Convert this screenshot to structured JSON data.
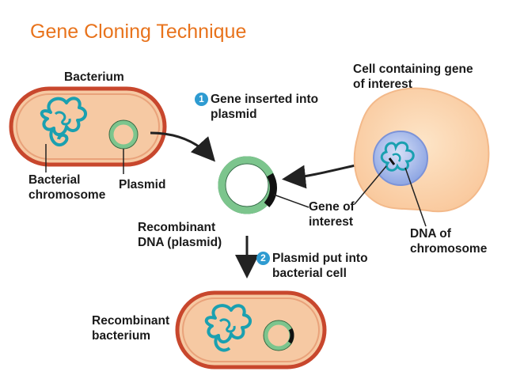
{
  "title": "Gene Cloning Technique",
  "labels": {
    "bacterium": "Bacterium",
    "bacterial_chromosome": [
      "Bacterial",
      "chromosome"
    ],
    "plasmid": "Plasmid",
    "cell_containing_gene": [
      "Cell containing gene",
      "of interest"
    ],
    "gene_of_interest": [
      "Gene of",
      "interest"
    ],
    "dna_of_chromosome": [
      "DNA of",
      "chromosome"
    ],
    "recombinant_dna": [
      "Recombinant",
      "DNA (plasmid)"
    ],
    "recombinant_bacterium": [
      "Recombinant",
      "bacterium"
    ]
  },
  "steps": [
    {
      "number": "1",
      "text": [
        "Gene inserted into",
        "plasmid"
      ]
    },
    {
      "number": "2",
      "text": [
        "Plasmid put into",
        "bacterial cell"
      ]
    }
  ],
  "colors": {
    "title": "#e8731c",
    "bacterium_fill": "#f6c9a3",
    "bacterium_border": "#c8472d",
    "dna_strand": "#1aa0b0",
    "plasmid_green": "#7cc58d",
    "gene_black": "#111111",
    "cell_fill": "#fbd5b0",
    "nucleus_blue": "#8ea6e3",
    "step_badge": "#2e9bd1"
  }
}
